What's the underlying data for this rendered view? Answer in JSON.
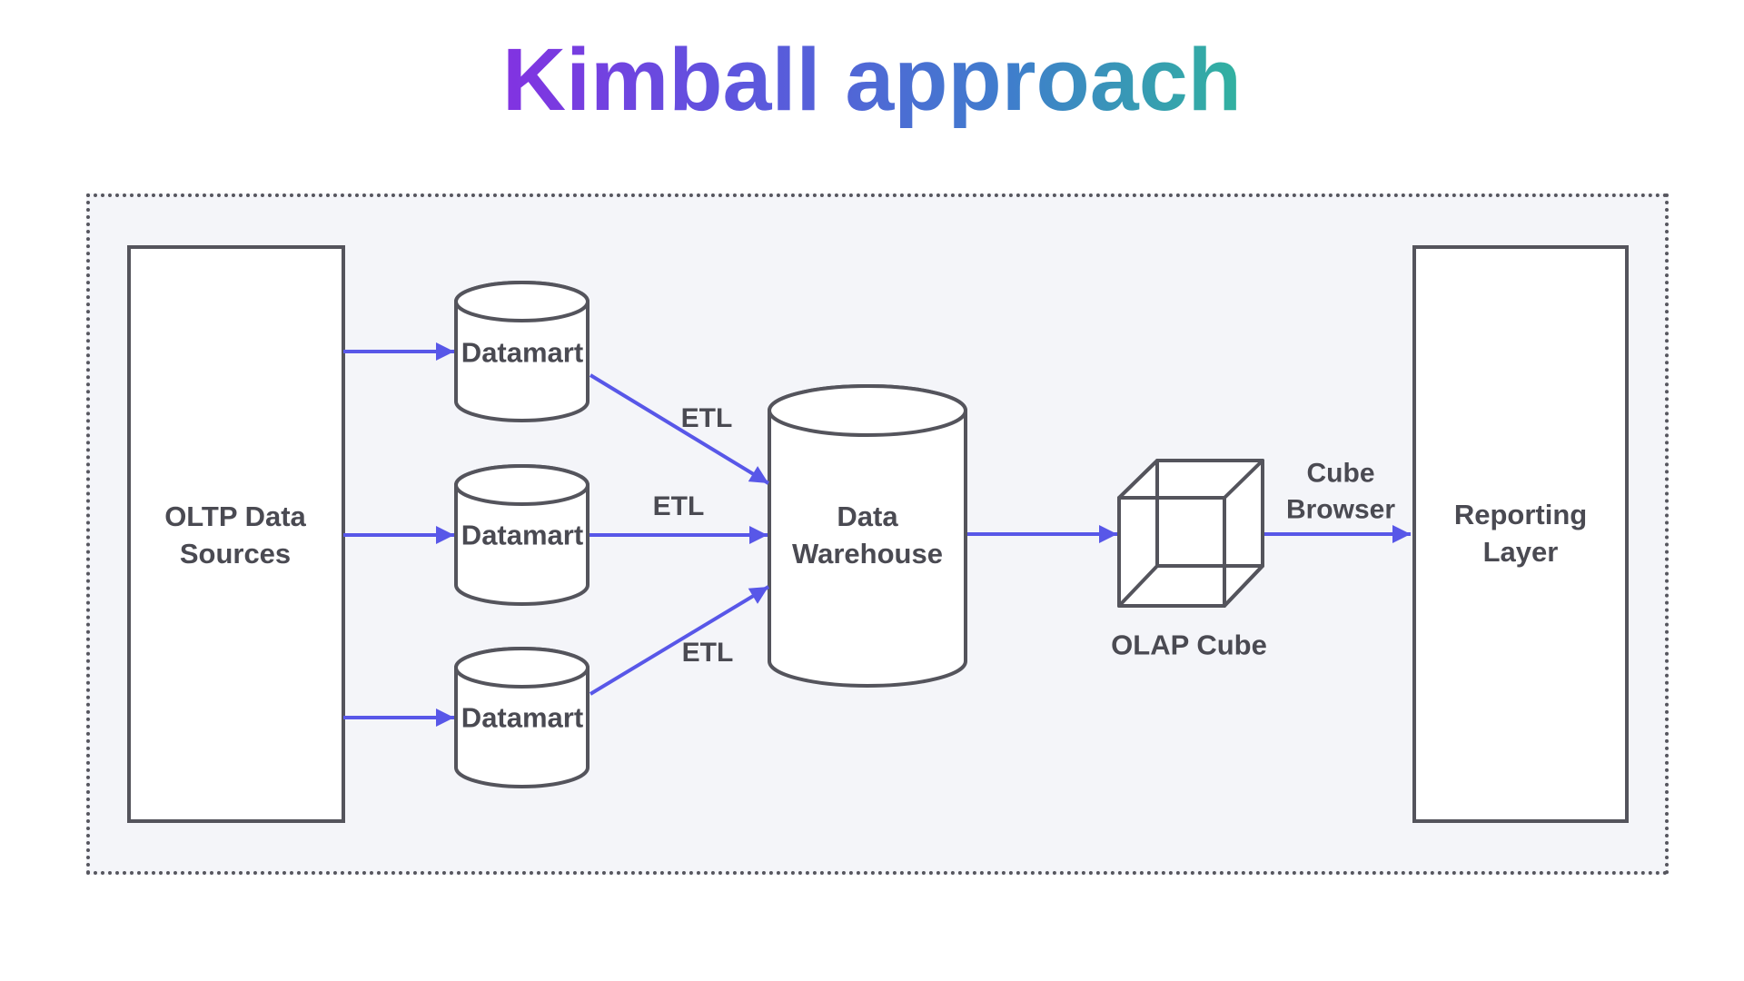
{
  "title": {
    "text": "Kimball approach",
    "gradient_colors": [
      "#8A2BE2",
      "#5E55DE",
      "#3F7ECC",
      "#2EBD96"
    ]
  },
  "diagram": {
    "nodes": {
      "oltp": {
        "label": "OLTP Data Sources",
        "shape": "rectangle"
      },
      "datamart1": {
        "label": "Datamart",
        "shape": "cylinder"
      },
      "datamart2": {
        "label": "Datamart",
        "shape": "cylinder"
      },
      "datamart3": {
        "label": "Datamart",
        "shape": "cylinder"
      },
      "warehouse": {
        "label": "Data Warehouse",
        "shape": "cylinder"
      },
      "olap_cube": {
        "label": "OLAP Cube",
        "shape": "cube"
      },
      "reporting": {
        "label": "Reporting Layer",
        "shape": "rectangle"
      }
    },
    "edges": [
      {
        "from": "oltp",
        "to": "datamart1",
        "label": ""
      },
      {
        "from": "oltp",
        "to": "datamart2",
        "label": ""
      },
      {
        "from": "oltp",
        "to": "datamart3",
        "label": ""
      },
      {
        "from": "datamart1",
        "to": "warehouse",
        "label": "ETL"
      },
      {
        "from": "datamart2",
        "to": "warehouse",
        "label": "ETL"
      },
      {
        "from": "datamart3",
        "to": "warehouse",
        "label": "ETL"
      },
      {
        "from": "warehouse",
        "to": "olap_cube",
        "label": ""
      },
      {
        "from": "olap_cube",
        "to": "reporting",
        "label": "Cube Browser"
      }
    ],
    "colors": {
      "arrow": "#5857E8",
      "shape_stroke": "#54545C",
      "label_text": "#4A4A52",
      "container_background": "#F4F5F9",
      "container_border": "#56565E"
    }
  }
}
